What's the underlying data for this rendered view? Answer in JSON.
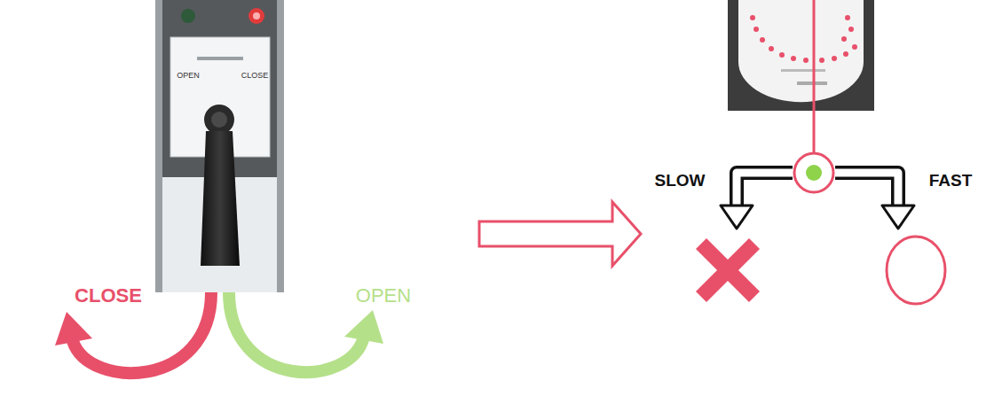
{
  "diagram": {
    "labels": [
      "OPEN",
      "CLOSE",
      "CLOSE",
      "OPEN",
      "SLOW",
      "FAST"
    ]
  }
}
